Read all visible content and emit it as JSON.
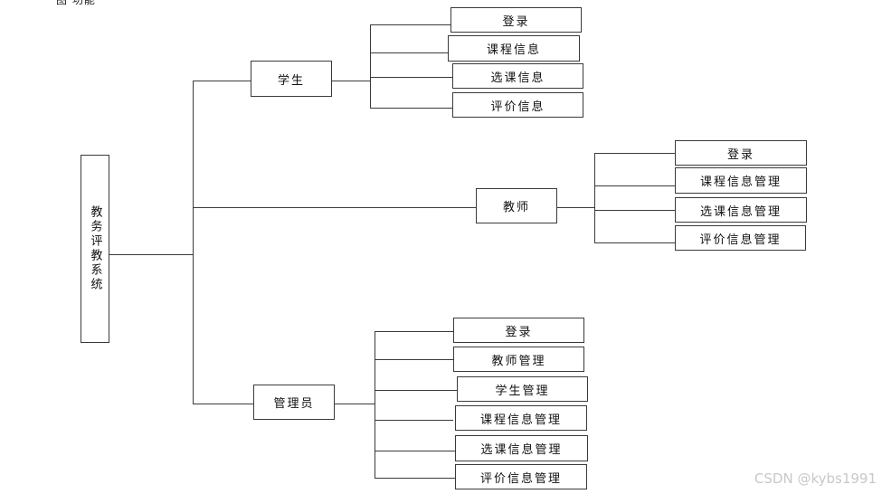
{
  "caption": "图 功能",
  "root": {
    "label": "教务评教系统"
  },
  "branches": [
    {
      "label": "学生",
      "children": [
        "登录",
        "课程信息",
        "选课信息",
        "评价信息"
      ]
    },
    {
      "label": "教师",
      "children": [
        "登录",
        "课程信息管理",
        "选课信息管理",
        "评价信息管理"
      ]
    },
    {
      "label": "管理员",
      "children": [
        "登录",
        "教师管理",
        "学生管理",
        "课程信息管理",
        "选课信息管理",
        "评价信息管理"
      ]
    }
  ],
  "watermark": "CSDN @kybs1991"
}
